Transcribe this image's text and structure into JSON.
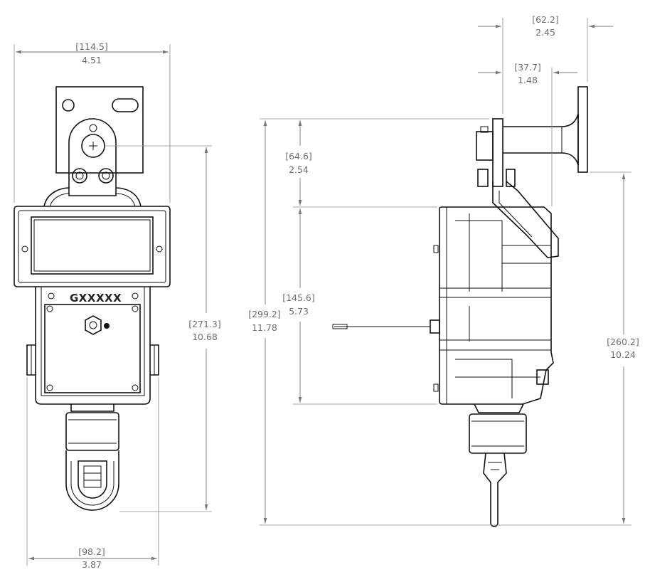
{
  "model_label": "GXXXXX",
  "dimensions": {
    "front_width": {
      "mm": "[114.5]",
      "in": "4.51"
    },
    "front_bottom_width": {
      "mm": "[98.2]",
      "in": "3.87"
    },
    "front_height": {
      "mm": "[271.3]",
      "in": "10.68"
    },
    "side_plate_offset": {
      "mm": "[62.2]",
      "in": "2.45"
    },
    "side_stem_offset": {
      "mm": "[37.7]",
      "in": "1.48"
    },
    "side_top_height": {
      "mm": "[64.6]",
      "in": "2.54"
    },
    "side_body_height": {
      "mm": "[145.6]",
      "in": "5.73"
    },
    "side_total_height": {
      "mm": "[299.2]",
      "in": "11.78"
    },
    "side_plate_to_bottom": {
      "mm": "[260.2]",
      "in": "10.24"
    }
  }
}
